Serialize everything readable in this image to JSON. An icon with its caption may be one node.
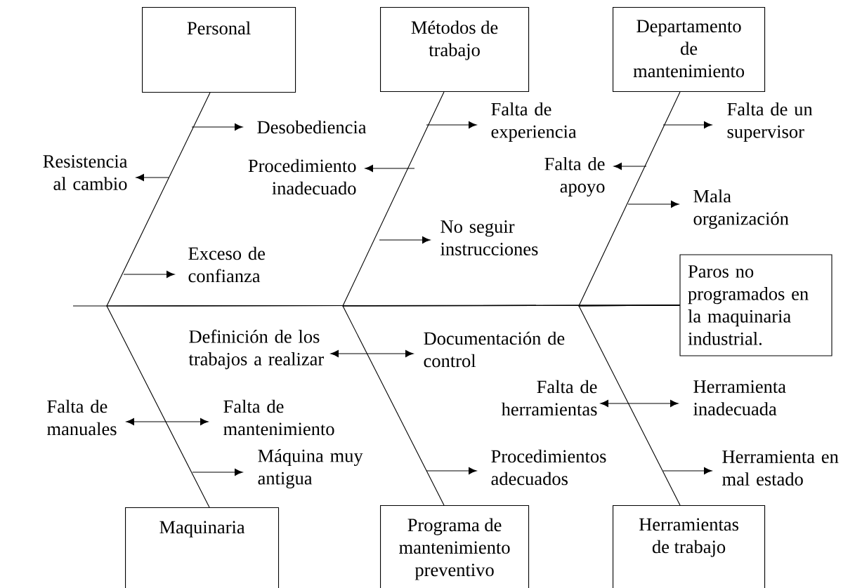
{
  "diagram": {
    "nodes": [
      {
        "text": [
          "Personal"
        ]
      },
      {
        "text": [
          "Métodos de trabajo"
        ]
      },
      {
        "text": [
          "Departamento de mantenimiento"
        ]
      },
      {
        "text": [
          "Desobediencia"
        ]
      },
      {
        "text": [
          "Falta de experiencia"
        ]
      },
      {
        "text": [
          "Falta de un supervisor"
        ]
      },
      {
        "text": [
          "Resistencia al cambio"
        ]
      },
      {
        "text": [
          "Procedimiento inadecuado"
        ]
      },
      {
        "text": [
          "Falta de apoyo"
        ]
      },
      {
        "text": [
          "Mala organización"
        ]
      },
      {
        "text": [
          "No seguir instrucciones"
        ]
      },
      {
        "text": [
          "Exceso de confianza"
        ]
      },
      {
        "text": [
          "Paros no programados en la maquinaria industrial."
        ]
      },
      {
        "text": [
          "Definición de los trabajos a realizar"
        ]
      },
      {
        "text": [
          "Documentación de control"
        ]
      },
      {
        "text": [
          "Falta de manuales"
        ]
      },
      {
        "text": [
          "Falta de mantenimiento"
        ]
      },
      {
        "text": [
          "Falta de herramientas"
        ]
      },
      {
        "text": [
          "Herramienta inadecuada"
        ]
      },
      {
        "text": [
          "Máquina muy antigua"
        ]
      },
      {
        "text": [
          "Procedimientos adecuados"
        ]
      },
      {
        "text": [
          "Herramienta en mal estado"
        ]
      },
      {
        "text": [
          "Maquinaria"
        ]
      },
      {
        "text": [
          "Programa de mantenimiento preventivo"
        ]
      },
      {
        "text": [
          "Herramientas de trabajo"
        ]
      }
    ],
    "edges": [
      {
        "from": 0,
        "to": 12,
        "arrow": "none"
      },
      {
        "from": 1,
        "to": 12,
        "arrow": "none"
      },
      {
        "from": 2,
        "to": 12,
        "arrow": "none"
      },
      {
        "from": 22,
        "to": 12,
        "arrow": "none"
      },
      {
        "from": 23,
        "to": 12,
        "arrow": "none"
      },
      {
        "from": 24,
        "to": 12,
        "arrow": "none"
      },
      {
        "from": null,
        "to": 3,
        "arrow": "to"
      },
      {
        "from": null,
        "to": 4,
        "arrow": "to"
      },
      {
        "from": null,
        "to": 5,
        "arrow": "to"
      },
      {
        "from": null,
        "to": 6,
        "arrow": "to"
      },
      {
        "from": null,
        "to": 7,
        "arrow": "to"
      },
      {
        "from": null,
        "to": 8,
        "arrow": "to"
      },
      {
        "from": null,
        "to": 9,
        "arrow": "to"
      },
      {
        "from": null,
        "to": 10,
        "arrow": "to"
      },
      {
        "from": null,
        "to": 11,
        "arrow": "to"
      },
      {
        "from": 13,
        "to": 14,
        "arrow": "both"
      },
      {
        "from": 15,
        "to": 16,
        "arrow": "both"
      },
      {
        "from": 17,
        "to": 18,
        "arrow": "both"
      },
      {
        "from": null,
        "to": 19,
        "arrow": "to"
      },
      {
        "from": null,
        "to": 20,
        "arrow": "to"
      },
      {
        "from": null,
        "to": 21,
        "arrow": "to"
      }
    ]
  }
}
